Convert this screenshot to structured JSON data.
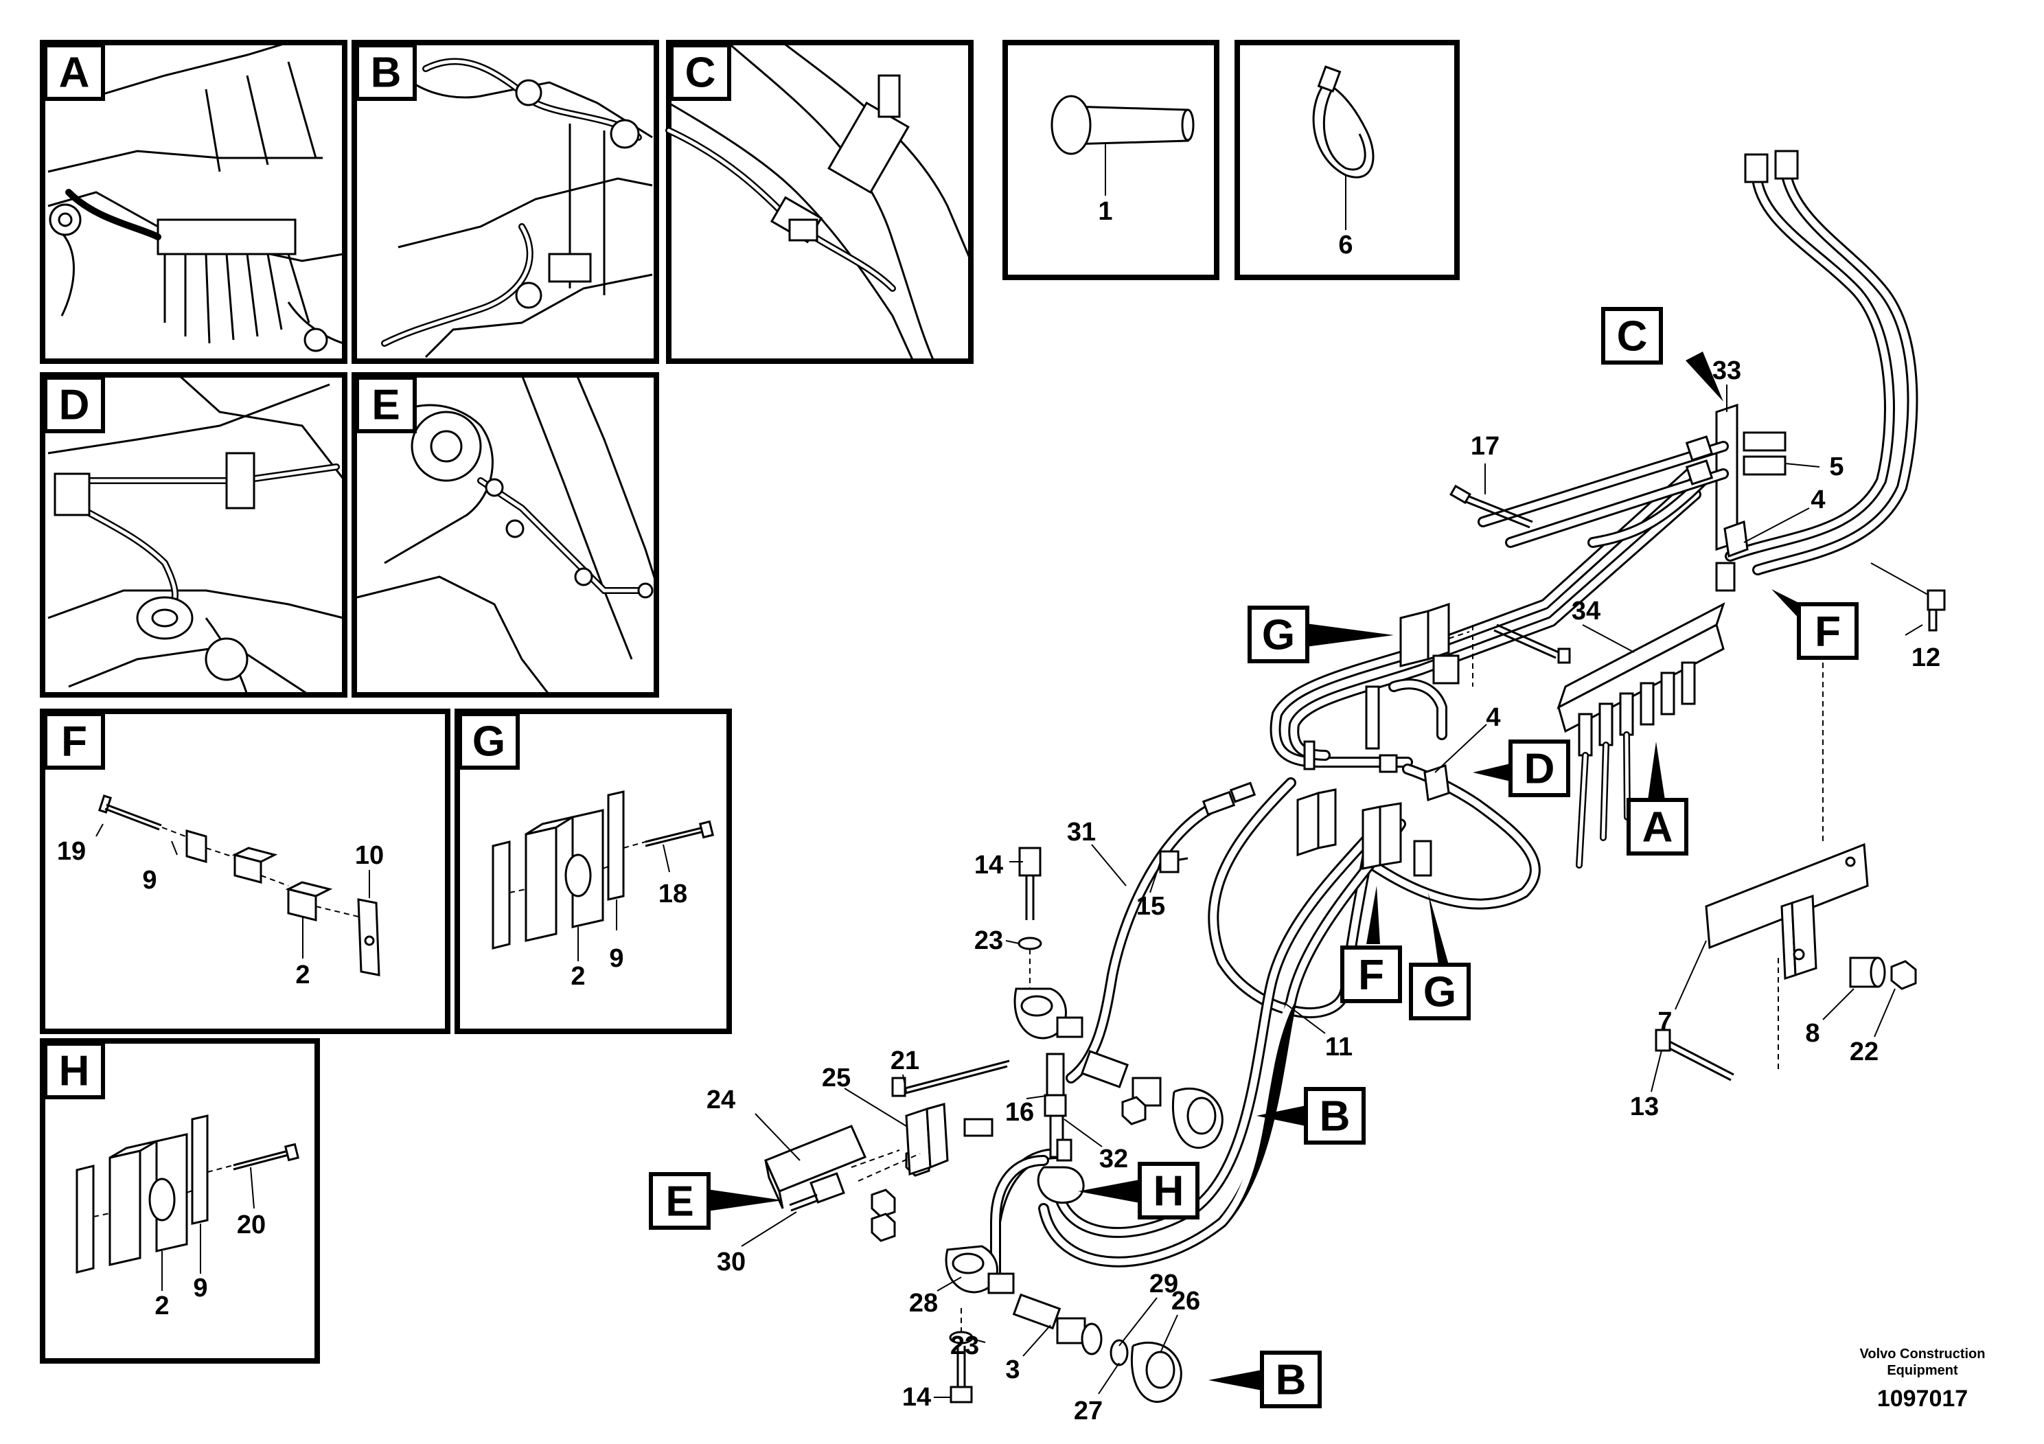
{
  "inset_panels": [
    {
      "tag": "A"
    },
    {
      "tag": "B"
    },
    {
      "tag": "C"
    },
    {
      "tag": "D"
    },
    {
      "tag": "E"
    },
    {
      "tag": "F"
    },
    {
      "tag": "G"
    },
    {
      "tag": "H"
    }
  ],
  "part_panels": {
    "rivet": {
      "number": "1"
    },
    "cable_tie": {
      "number": "6"
    }
  },
  "panel_F_parts": [
    "19",
    "9",
    "10",
    "2"
  ],
  "panel_G_parts": [
    "18",
    "2",
    "9"
  ],
  "panel_H_parts": [
    "20",
    "2",
    "9"
  ],
  "main_view_tags": [
    "C",
    "G",
    "D",
    "A",
    "F",
    "F",
    "G",
    "B",
    "H",
    "E",
    "B"
  ],
  "main_view_parts": [
    "33",
    "17",
    "5",
    "4",
    "34",
    "12",
    "4",
    "31",
    "14",
    "15",
    "23",
    "7",
    "11",
    "21",
    "25",
    "16",
    "24",
    "32",
    "8",
    "22",
    "13",
    "30",
    "29",
    "26",
    "28",
    "23",
    "3",
    "14",
    "27"
  ],
  "credit": {
    "line1": "Volvo Construction",
    "line2": "Equipment",
    "doc_number": "1097017"
  }
}
